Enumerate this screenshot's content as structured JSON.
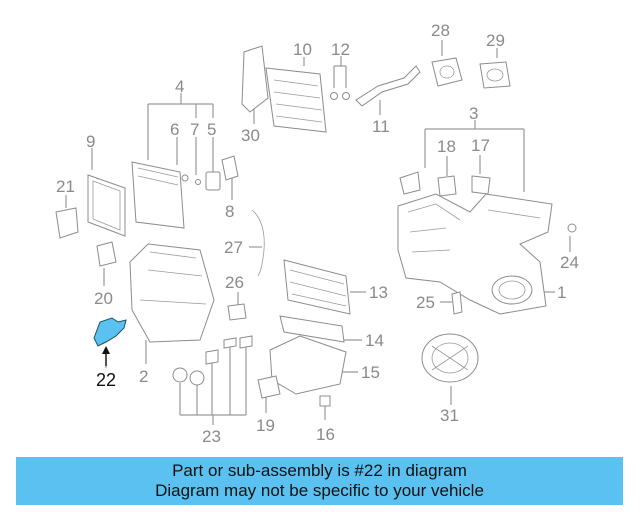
{
  "diagram": {
    "callouts": [
      "1",
      "2",
      "3",
      "4",
      "5",
      "6",
      "7",
      "8",
      "9",
      "10",
      "11",
      "12",
      "13",
      "14",
      "15",
      "16",
      "17",
      "18",
      "19",
      "20",
      "21",
      "22",
      "23",
      "24",
      "25",
      "26",
      "27",
      "28",
      "29",
      "30",
      "31"
    ],
    "highlighted_callout": "22",
    "highlight_color": "#5bc1f0"
  },
  "banner": {
    "line1": "Part or sub-assembly is #22 in diagram",
    "line2": "Diagram may not be specific to your vehicle",
    "background": "#5bc1f0"
  }
}
